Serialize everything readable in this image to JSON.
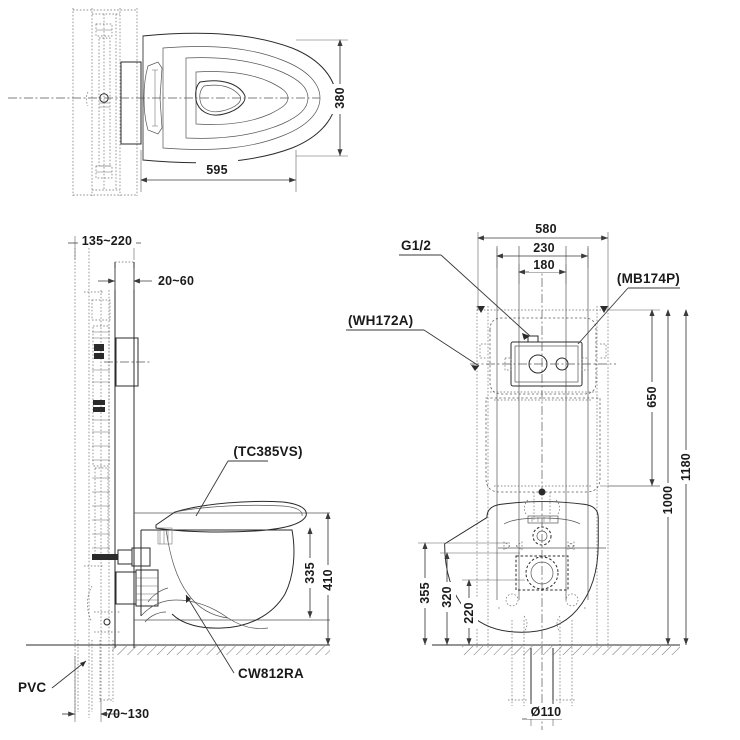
{
  "drawing": {
    "title": "Wall-hung toilet installation drawing",
    "background_color": "#ffffff",
    "line_color": "#2b2b2b",
    "views": [
      {
        "name": "top-view",
        "description": "Toilet plan view with seat outline"
      },
      {
        "name": "side-view",
        "description": "Side section elevation with in-wall frame"
      },
      {
        "name": "front-view",
        "description": "Front elevation with concealed cistern frame"
      }
    ]
  },
  "top_view": {
    "dimensions": {
      "length": "595",
      "width": "380"
    }
  },
  "side_view": {
    "dimensions": {
      "wall_thickness_range": "135~220",
      "offset_range": "20~60",
      "seat_height": "335",
      "total_height": "410",
      "floor_offset_range": "70~130"
    },
    "labels": {
      "seat": "(TC385VS)",
      "pipe": "PVC",
      "bowl": "CW812RA"
    }
  },
  "front_view": {
    "dimensions": {
      "frame_width": "580",
      "fixing_centres_outer": "230",
      "fixing_centres_inner": "180",
      "cistern_height": "650",
      "total_frame_height": "1180",
      "button_height": "1000",
      "bowl_top": "355",
      "bowl_mid": "320",
      "outlet_height": "220",
      "outlet_diameter": "Ø110"
    },
    "labels": {
      "water_inlet": "G1/2",
      "flush_plate": "(MB174P)",
      "frame": "(WH172A)"
    }
  }
}
